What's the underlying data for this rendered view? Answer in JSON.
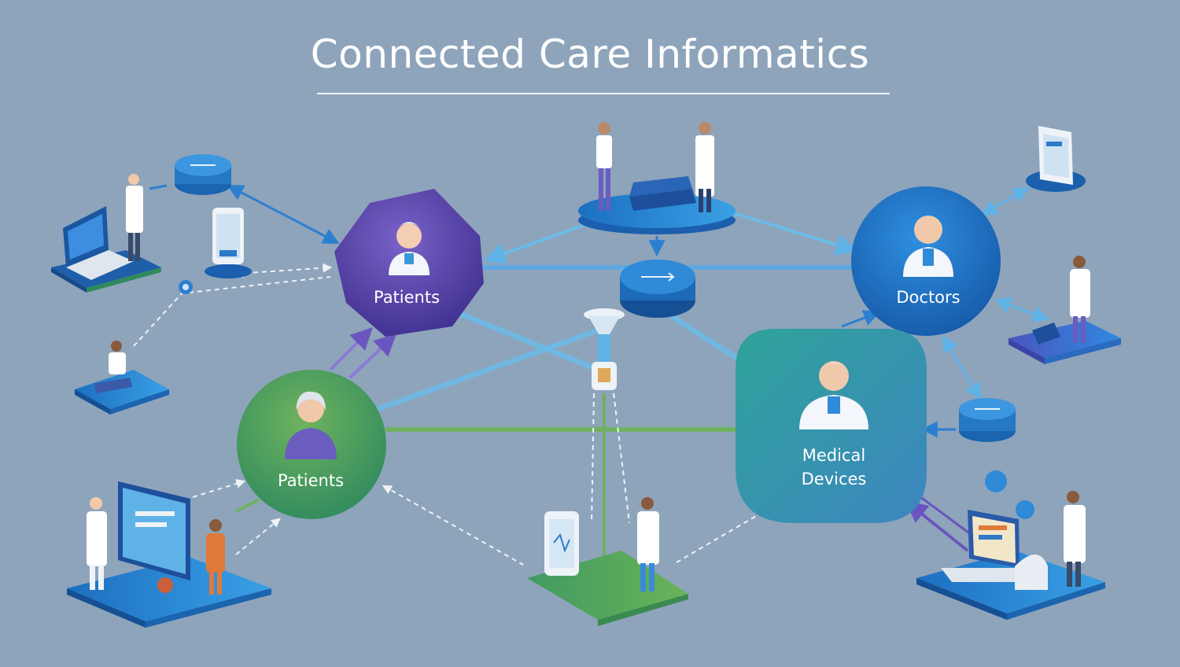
{
  "title": "Connected Care Informatics",
  "nodes": {
    "patients_top": {
      "label": "Patients"
    },
    "doctors": {
      "label": "Doctors"
    },
    "patients_bottom": {
      "label": "Patients"
    },
    "medical_devices": {
      "label_line1": "Medical",
      "label_line2": "Devices"
    }
  },
  "colors": {
    "background": "#8ea4bb",
    "patients_top_fill": "#5a48a8",
    "doctors_fill": "#1f74c6",
    "patients_bottom_fill": "#4f9a58",
    "medical_devices_fill": "#2f9a8e",
    "connector_blue": "#62b3e8",
    "connector_green": "#6fb160"
  },
  "icons": [
    "doctor-avatar-icon",
    "patient-avatar-icon",
    "sync-device-icon",
    "tablet-icon",
    "laptop-icon",
    "dropper-icon"
  ]
}
